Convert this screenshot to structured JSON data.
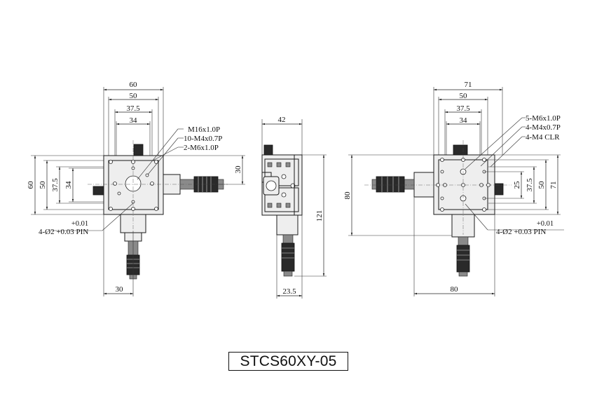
{
  "title": "STCS60XY-05",
  "front_view": {
    "dims_top": [
      "60",
      "50",
      "37.5",
      "34"
    ],
    "dims_left": [
      "60",
      "50",
      "37.5",
      "34"
    ],
    "dim_right": "30",
    "dim_bottom": "30",
    "callouts": [
      "M16x1.0P",
      "10-M4x0.7P",
      "2-M6x1.0P"
    ],
    "tolerance": "+0.01",
    "pin": "4-Ø2 +0.03 PIN"
  },
  "side_view": {
    "dim_top": "42",
    "dim_right": "121",
    "dim_bottom": "23.5"
  },
  "rear_view": {
    "dims_top": [
      "71",
      "50",
      "37.5",
      "34"
    ],
    "dims_right": [
      "25",
      "37.5",
      "50",
      "71"
    ],
    "dim_left": "80",
    "dim_bottom": "80",
    "callouts": [
      "5-M6x1.0P",
      "4-M4x0.7P",
      "4-M4 CLR"
    ],
    "tolerance": "+0.01",
    "pin": "4-Ø2 +0.03 PIN"
  }
}
